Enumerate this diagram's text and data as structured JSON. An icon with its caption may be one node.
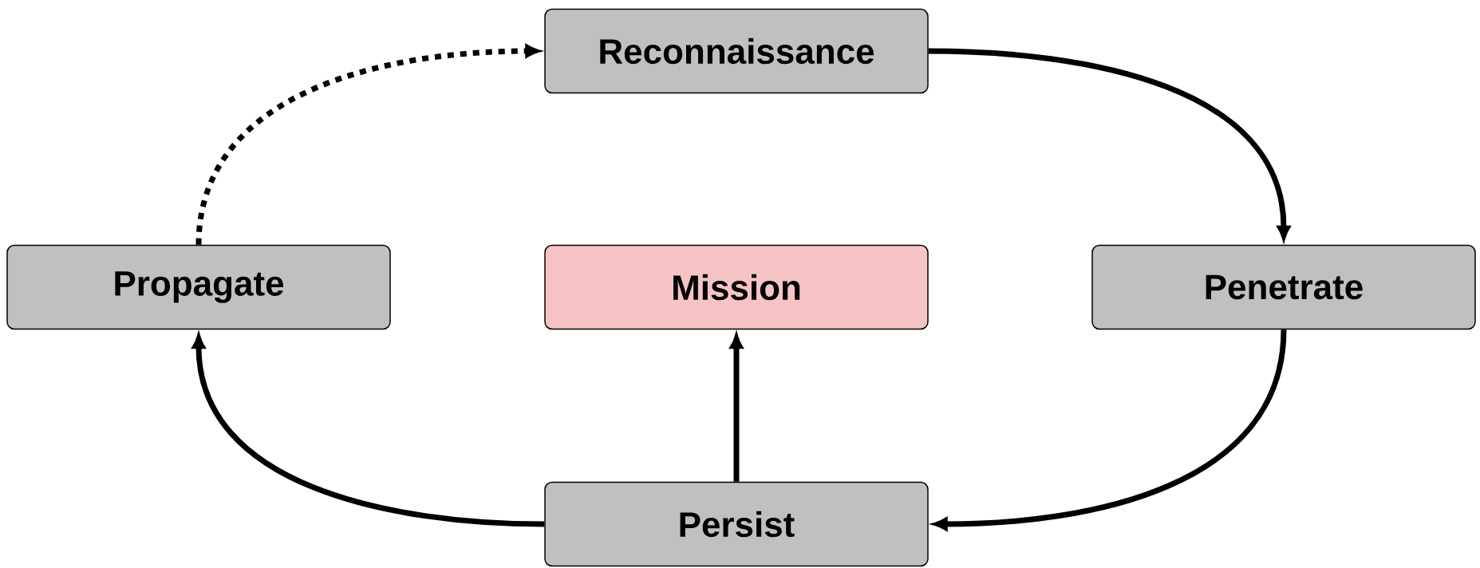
{
  "diagram": {
    "nodes": [
      {
        "text": [
          "Reconnaissance"
        ]
      },
      {
        "text": [
          "Propagate"
        ]
      },
      {
        "text": [
          "Mission"
        ]
      },
      {
        "text": [
          "Penetrate"
        ]
      },
      {
        "text": [
          "Persist"
        ]
      }
    ],
    "edges": [
      {
        "from": 0,
        "to": 3,
        "arrow": "to"
      },
      {
        "from": 3,
        "to": 4,
        "arrow": "to"
      },
      {
        "from": 4,
        "to": 2,
        "arrow": "to"
      },
      {
        "from": 4,
        "to": 1,
        "arrow": "to"
      },
      {
        "from": 1,
        "to": 0,
        "arrow": "to",
        "style": "dashed"
      }
    ]
  }
}
